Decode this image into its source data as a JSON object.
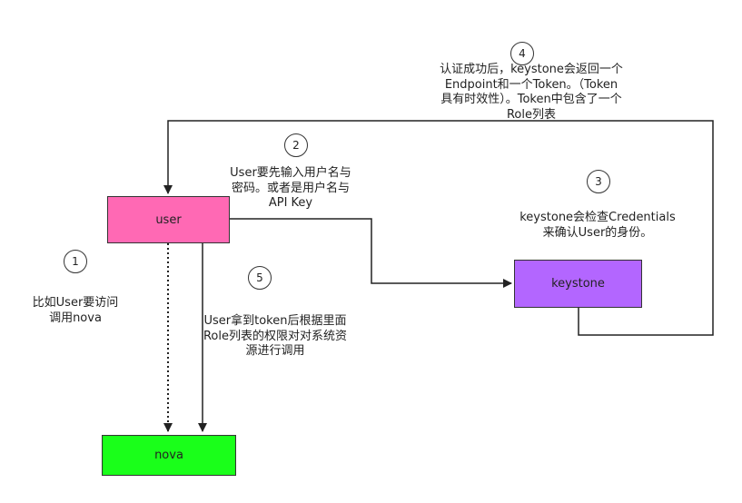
{
  "nodes": {
    "user": {
      "label": "user",
      "color": "#ff69b4"
    },
    "keystone": {
      "label": "keystone",
      "color": "#b366ff"
    },
    "nova": {
      "label": "nova",
      "color": "#1aff1a"
    }
  },
  "steps": [
    {
      "number": "1",
      "text": "比如User要访问\n调用nova"
    },
    {
      "number": "2",
      "text": "User要先输入用户名与\n密码。或者是用户名与\nAPI Key"
    },
    {
      "number": "3",
      "text": "keystone会检查Credentials\n来确认User的身份。"
    },
    {
      "number": "4",
      "text": "认证成功后，keystone会返回一个\nEndpoint和一个Token。（Token\n具有时效性）。Token中包含了一个\nRole列表"
    },
    {
      "number": "5",
      "text": "User拿到token后根据里面\nRole列表的权限对对系统资\n源进行调用"
    }
  ]
}
